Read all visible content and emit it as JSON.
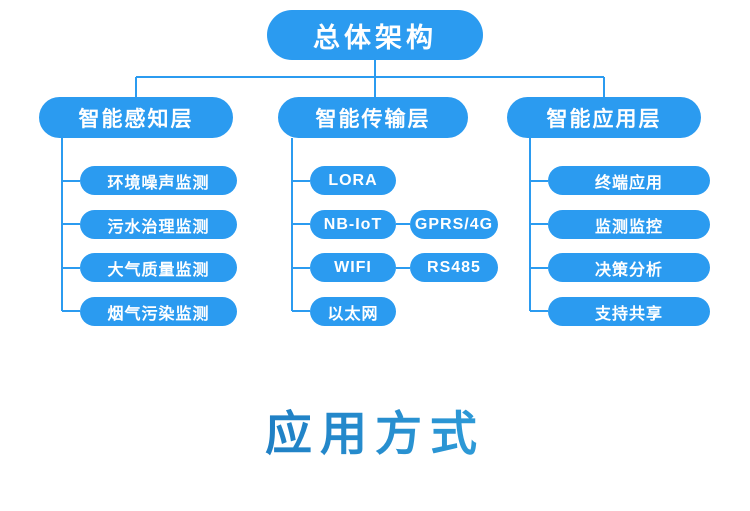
{
  "diagram": {
    "root": {
      "label": "总体架构"
    },
    "branches": [
      {
        "id": "perception",
        "label": "智能感知层",
        "children": [
          {
            "label": "环境噪声监测"
          },
          {
            "label": "污水治理监测"
          },
          {
            "label": "大气质量监测"
          },
          {
            "label": "烟气污染监测"
          }
        ]
      },
      {
        "id": "transmission",
        "label": "智能传输层",
        "children": [
          {
            "label": "LORA",
            "sibling": null
          },
          {
            "label": "NB-IoT",
            "sibling": "GPRS/4G"
          },
          {
            "label": "WIFI",
            "sibling": "RS485"
          },
          {
            "label": "以太网",
            "sibling": null
          }
        ]
      },
      {
        "id": "application",
        "label": "智能应用层",
        "children": [
          {
            "label": "终端应用"
          },
          {
            "label": "监测监控"
          },
          {
            "label": "决策分析"
          },
          {
            "label": "支持共享"
          }
        ]
      }
    ]
  },
  "footer": {
    "heading": "应用方式"
  },
  "colors": {
    "node_fill": "#2b9bf0",
    "node_text": "#ffffff",
    "connector": "#2b9bf0",
    "heading_gradient_start": "#1664ac",
    "heading_gradient_end": "#46b4e8",
    "background": "#ffffff"
  }
}
